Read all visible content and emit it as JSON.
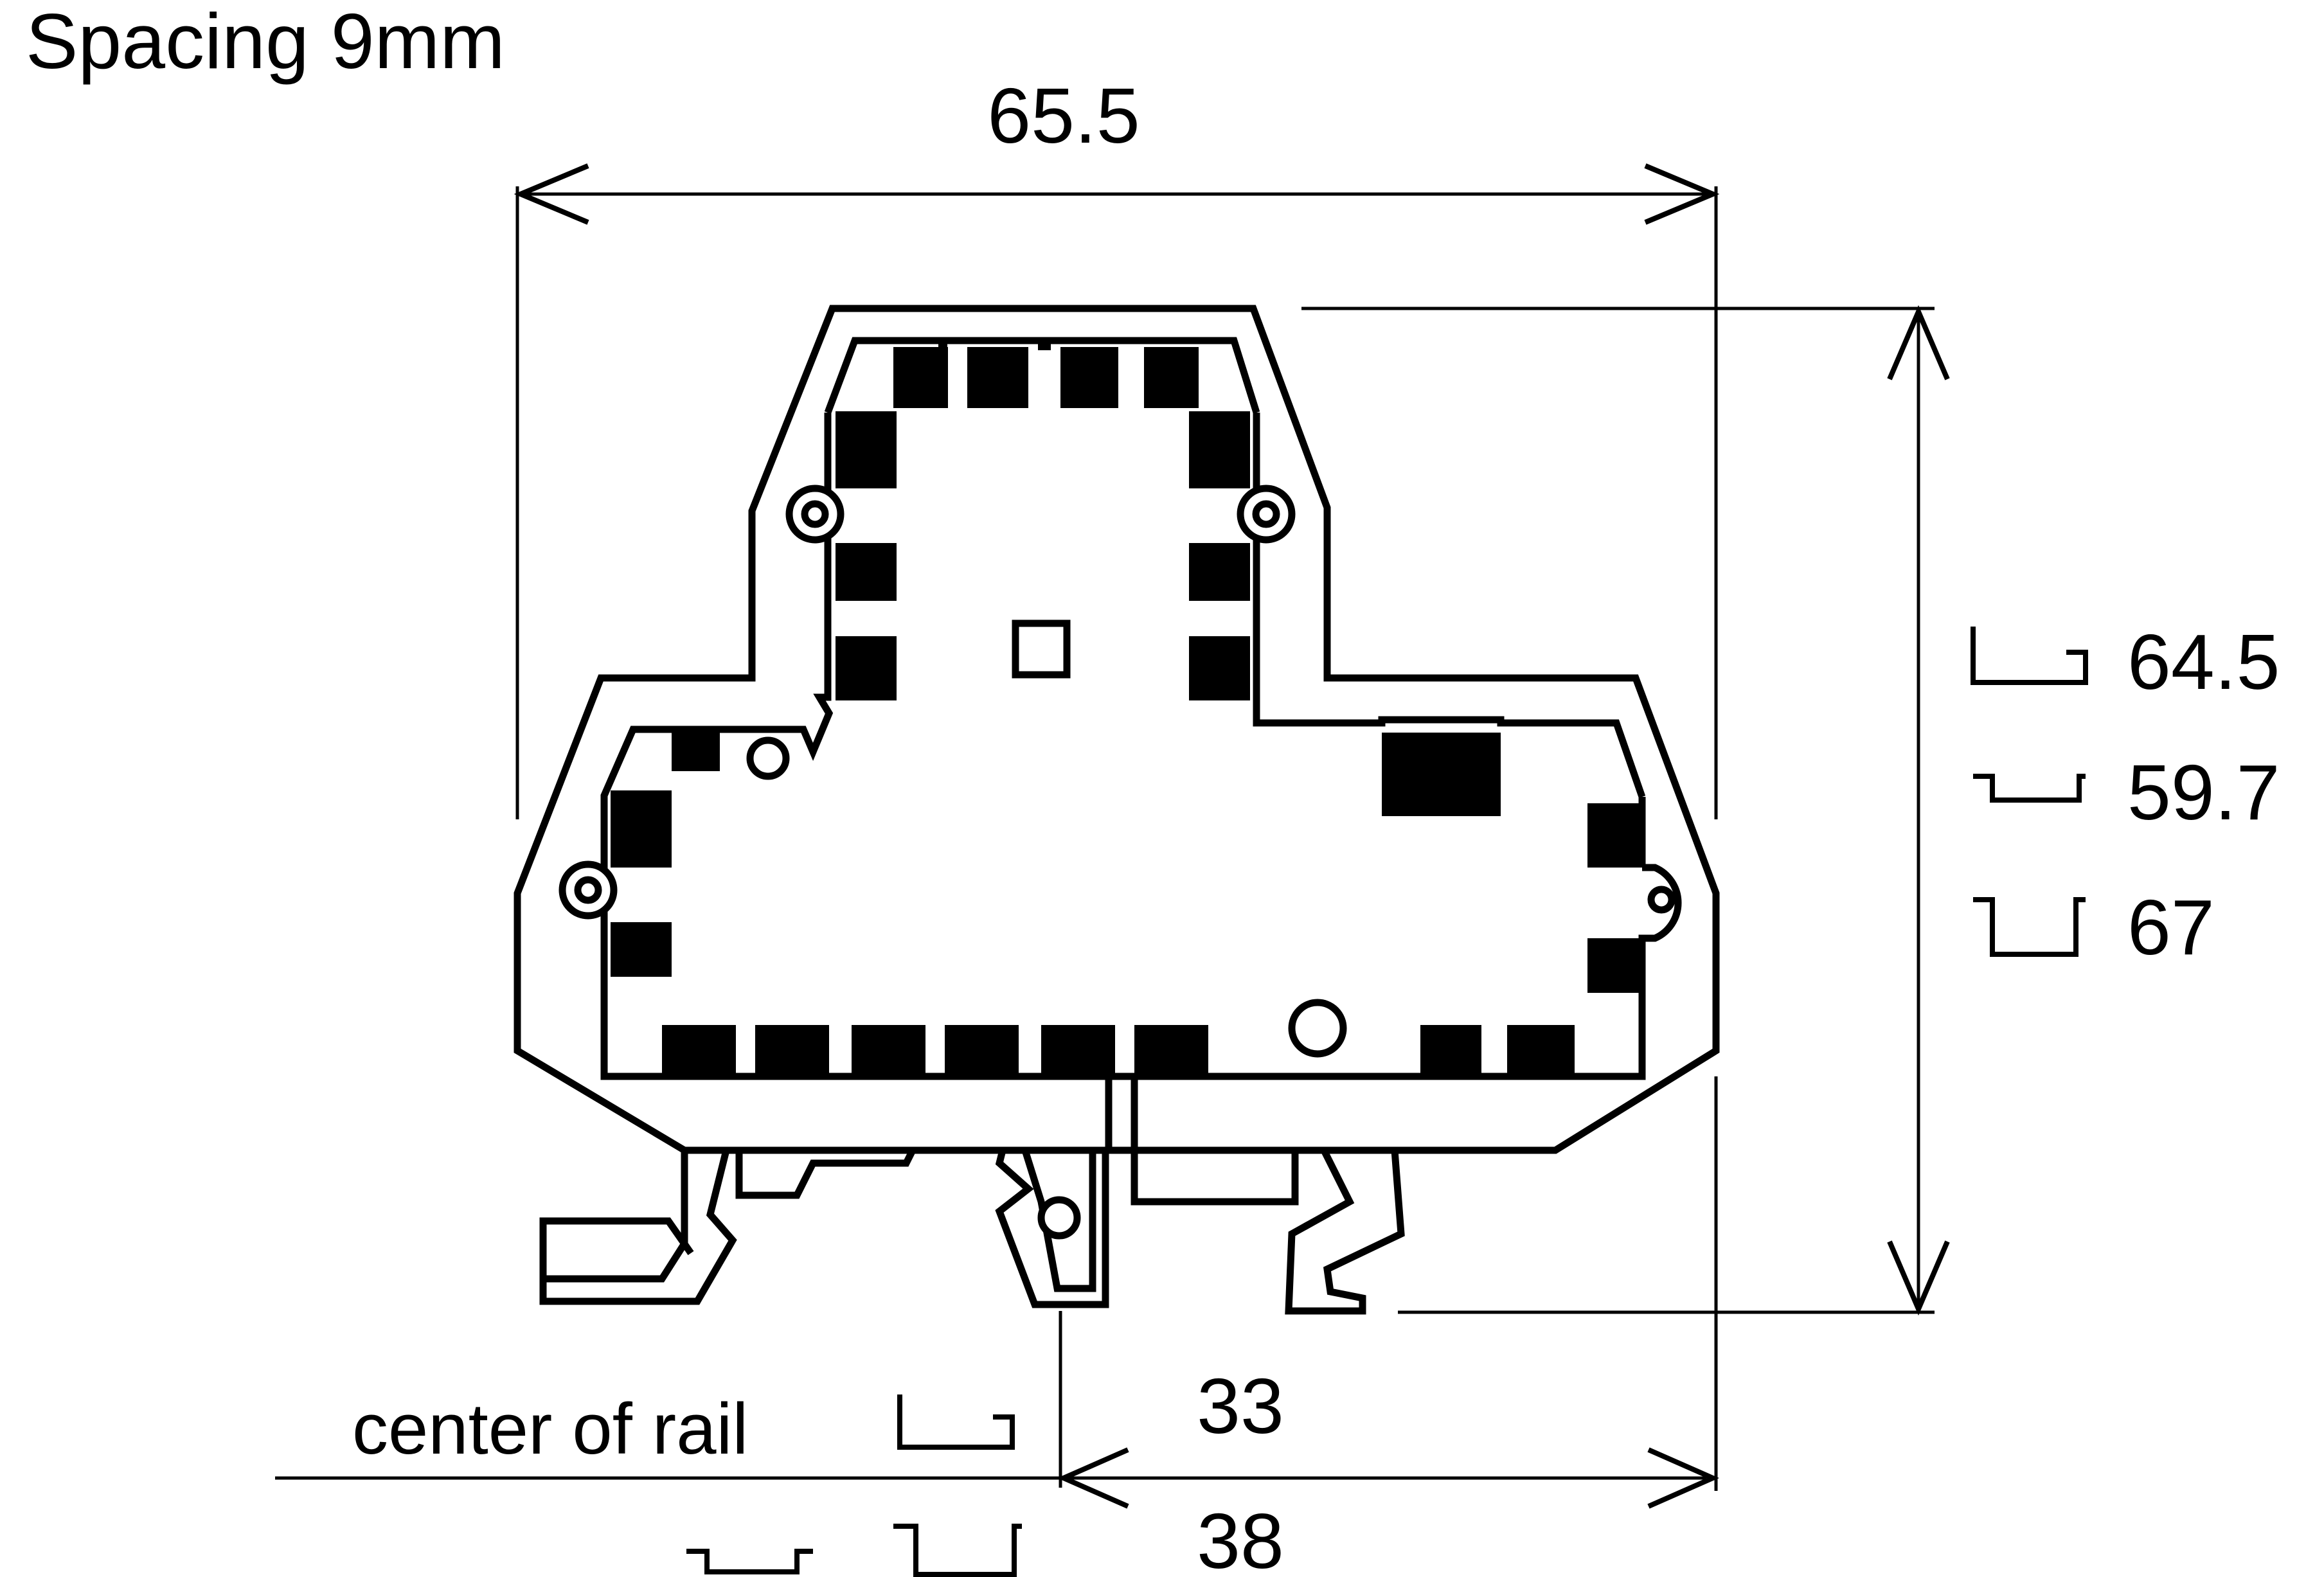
{
  "title": "Spacing 9mm",
  "dimensions": {
    "width": "65.5",
    "rail_heights": [
      {
        "value": "64.5",
        "rail_icon": "rail-profile-tall-lip-icon"
      },
      {
        "value": "59.7",
        "rail_icon": "rail-profile-shallow-icon"
      },
      {
        "value": "67",
        "rail_icon": "rail-profile-deep-icon"
      }
    ],
    "center_offsets": [
      {
        "value": "33",
        "rail_icon": "rail-profile-tall-lip-icon"
      },
      {
        "value": "38",
        "rail_icon": "rail-profile-shallow-and-deep-icon"
      }
    ]
  },
  "center_of_rail_label": "center of rail",
  "colors": {
    "line": "#000000",
    "background": "#ffffff"
  }
}
